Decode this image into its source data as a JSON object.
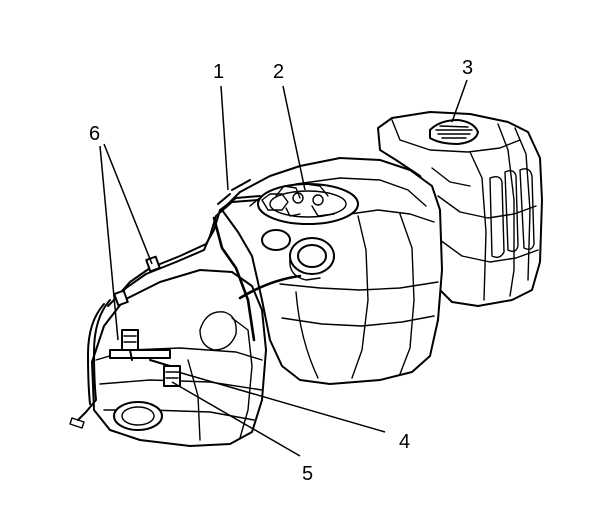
{
  "colors": {
    "line": "#000000",
    "background": "#ffffff"
  },
  "callouts": [
    {
      "label": "1"
    },
    {
      "label": "2"
    },
    {
      "label": "3"
    },
    {
      "label": "4"
    },
    {
      "label": "5"
    },
    {
      "label": "6"
    }
  ]
}
